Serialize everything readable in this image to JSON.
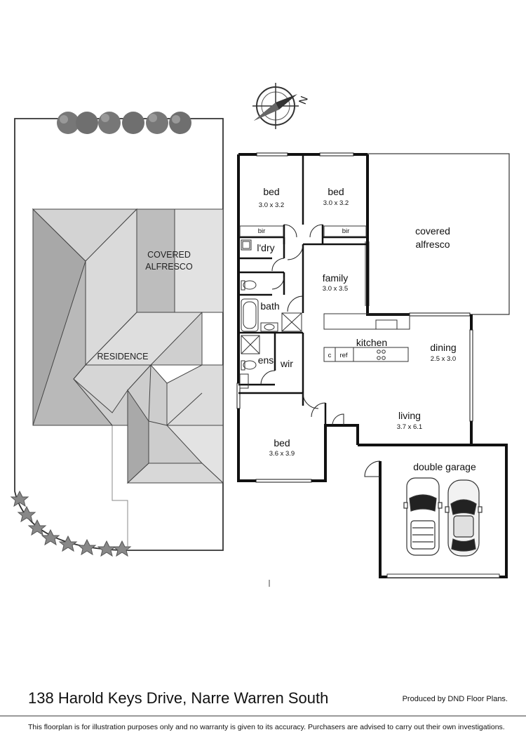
{
  "compass": {
    "label": "N"
  },
  "site_plan": {
    "residence_label": "RESIDENCE",
    "alfresco_label_line1": "COVERED",
    "alfresco_label_line2": "ALFRESCO"
  },
  "rooms": {
    "bed1": {
      "name": "bed",
      "dim": "3.0 x 3.2"
    },
    "bed2": {
      "name": "bed",
      "dim": "3.0 x 3.2"
    },
    "bir1": "bir",
    "bir2": "bir",
    "covered_alfresco": {
      "line1": "covered",
      "line2": "alfresco"
    },
    "laundry": "l'dry",
    "family": {
      "name": "family",
      "dim": "3.0 x 3.5"
    },
    "bath": "bath",
    "kitchen": "kitchen",
    "c": "c",
    "ref": "ref",
    "dining": {
      "name": "dining",
      "dim": "2.5 x 3.0"
    },
    "ens": "ens",
    "wir": "wir",
    "living": {
      "name": "living",
      "dim": "3.7 x 6.1"
    },
    "bed3": {
      "name": "bed",
      "dim": "3.6 x 3.9"
    },
    "garage": "double garage"
  },
  "footer": {
    "address": "138 Harold Keys Drive, Narre Warren South",
    "credit": "Produced by DND Floor Plans.",
    "disclaimer": "This floorplan is for illustration purposes only and no warranty is given to its accuracy. Purchasers are advised to carry out their own investigations."
  }
}
